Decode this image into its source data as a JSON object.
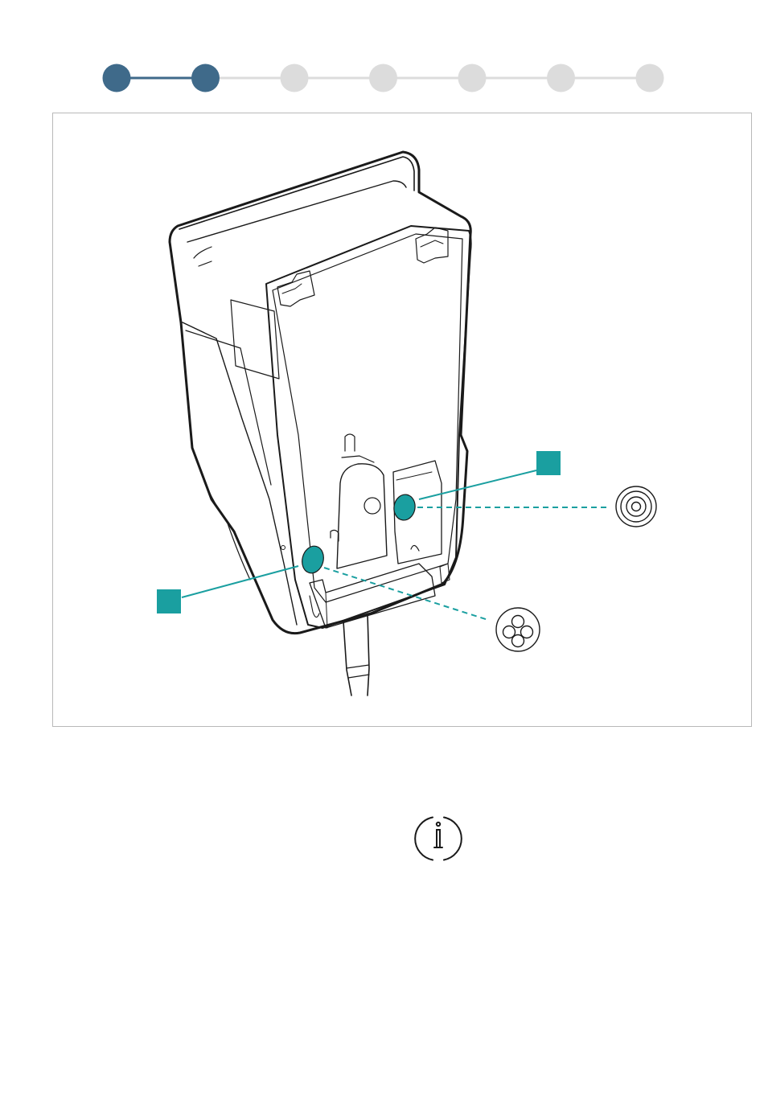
{
  "stepper": {
    "total_steps": 7,
    "current_step": 2,
    "colors": {
      "active": "#3f6a8a",
      "inactive": "#dcdcdc"
    }
  },
  "figure": {
    "subject": "wallbox-rear-view",
    "callouts": [
      {
        "id": "callout-left",
        "marker_color": "#1a9fa0",
        "symbol": "cable-gland-multi-hole-icon"
      },
      {
        "id": "callout-right",
        "marker_color": "#1a9fa0",
        "symbol": "cable-gland-single-hole-icon"
      }
    ]
  },
  "info": {
    "icon": "info-icon"
  }
}
